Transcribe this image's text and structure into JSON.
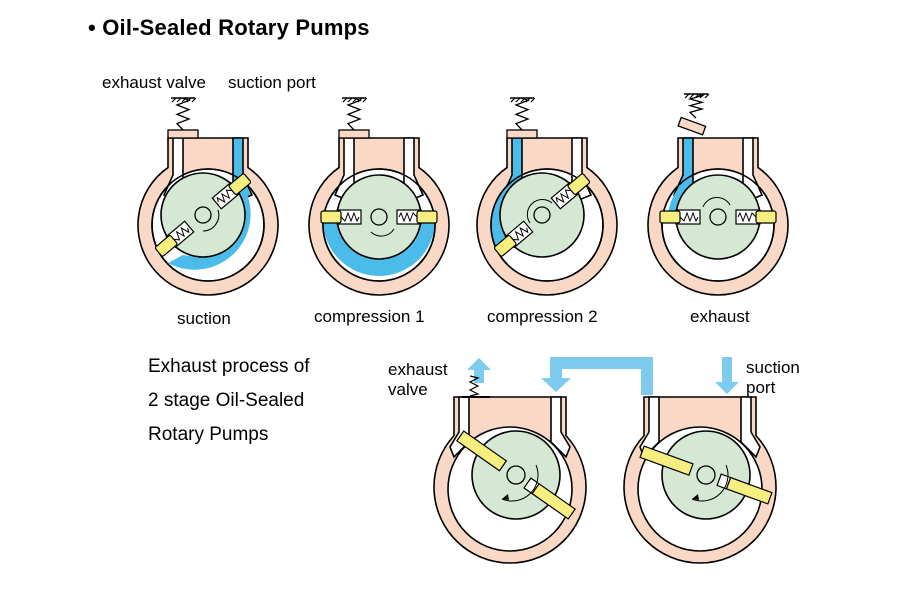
{
  "title": "• Oil-Sealed Rotary Pumps",
  "labels": {
    "exhaust_valve_top": "exhaust valve",
    "suction_port_top": "suction port",
    "exhaust_valve_bottom_line1": "exhaust",
    "exhaust_valve_bottom_line2": "valve",
    "suction_port_bottom_line1": "suction",
    "suction_port_bottom_line2": "port"
  },
  "stages": [
    {
      "name": "suction"
    },
    {
      "name": "compression 1"
    },
    {
      "name": "compression 2"
    },
    {
      "name": "exhaust"
    }
  ],
  "description": {
    "line1": "Exhaust process of",
    "line2": "2 stage Oil-Sealed",
    "line3": "Rotary Pumps"
  },
  "colors": {
    "casing": "#f9d9c6",
    "rotor": "#d4e8d4",
    "vane": "#f7ee80",
    "oil_gas": "#4bbcea",
    "arrow": "#7fcbef",
    "outline": "#000000"
  }
}
